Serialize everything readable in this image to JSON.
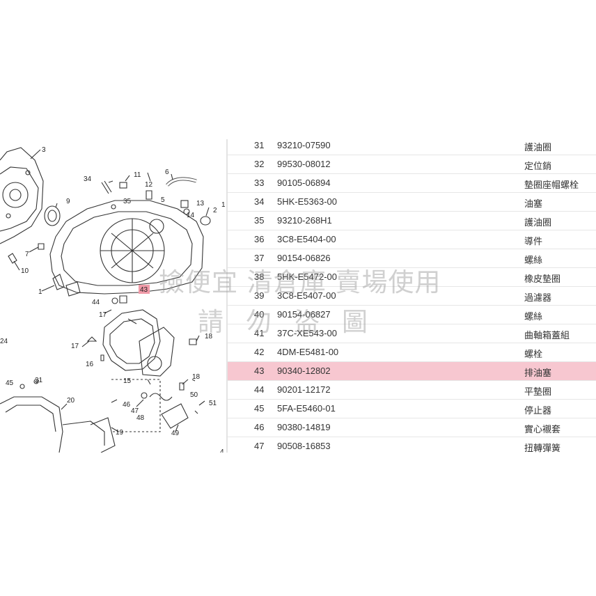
{
  "diagram": {
    "labels": [
      "3",
      "11",
      "6",
      "34",
      "12",
      "35",
      "5",
      "9",
      "13",
      "1",
      "2",
      "14",
      "7",
      "10",
      "1",
      "43",
      "44",
      "17",
      "18",
      "17",
      "16",
      "15",
      "18",
      "50",
      "51",
      "46",
      "47",
      "48",
      "49",
      "45",
      "21",
      "20",
      "24",
      "19",
      "4"
    ],
    "highlight_label": "43"
  },
  "parts": [
    {
      "no": "31",
      "part": "93210-07590",
      "name": "護油圈"
    },
    {
      "no": "32",
      "part": "99530-08012",
      "name": "定位銷"
    },
    {
      "no": "33",
      "part": "90105-06894",
      "name": "墊圈座帽螺栓"
    },
    {
      "no": "34",
      "part": "5HK-E5363-00",
      "name": "油塞"
    },
    {
      "no": "35",
      "part": "93210-268H1",
      "name": "護油圈"
    },
    {
      "no": "36",
      "part": "3C8-E5404-00",
      "name": "導件"
    },
    {
      "no": "37",
      "part": "90154-06826",
      "name": "螺絲"
    },
    {
      "no": "38",
      "part": "5HK-E5472-00",
      "name": "橡皮墊圈"
    },
    {
      "no": "39",
      "part": "3C8-E5407-00",
      "name": "過濾器"
    },
    {
      "no": "40",
      "part": "90154-06827",
      "name": "螺絲"
    },
    {
      "no": "41",
      "part": "37C-XE543-00",
      "name": "曲軸箱蓋組"
    },
    {
      "no": "42",
      "part": "4DM-E5481-00",
      "name": "螺栓"
    },
    {
      "no": "43",
      "part": "90340-12802",
      "name": "排油塞",
      "highlight": true
    },
    {
      "no": "44",
      "part": "90201-12172",
      "name": "平墊圈"
    },
    {
      "no": "45",
      "part": "5FA-E5460-01",
      "name": "停止器"
    },
    {
      "no": "46",
      "part": "90380-14819",
      "name": "實心襯套"
    },
    {
      "no": "47",
      "part": "90508-16853",
      "name": "扭轉彈簧"
    }
  ],
  "watermark": {
    "line1": "撿便宜 清倉庫 賣場使用",
    "line2": "請勿盜圖"
  },
  "colors": {
    "highlight_row": "#f7c7d0",
    "highlight_label": "#f09aa8"
  }
}
